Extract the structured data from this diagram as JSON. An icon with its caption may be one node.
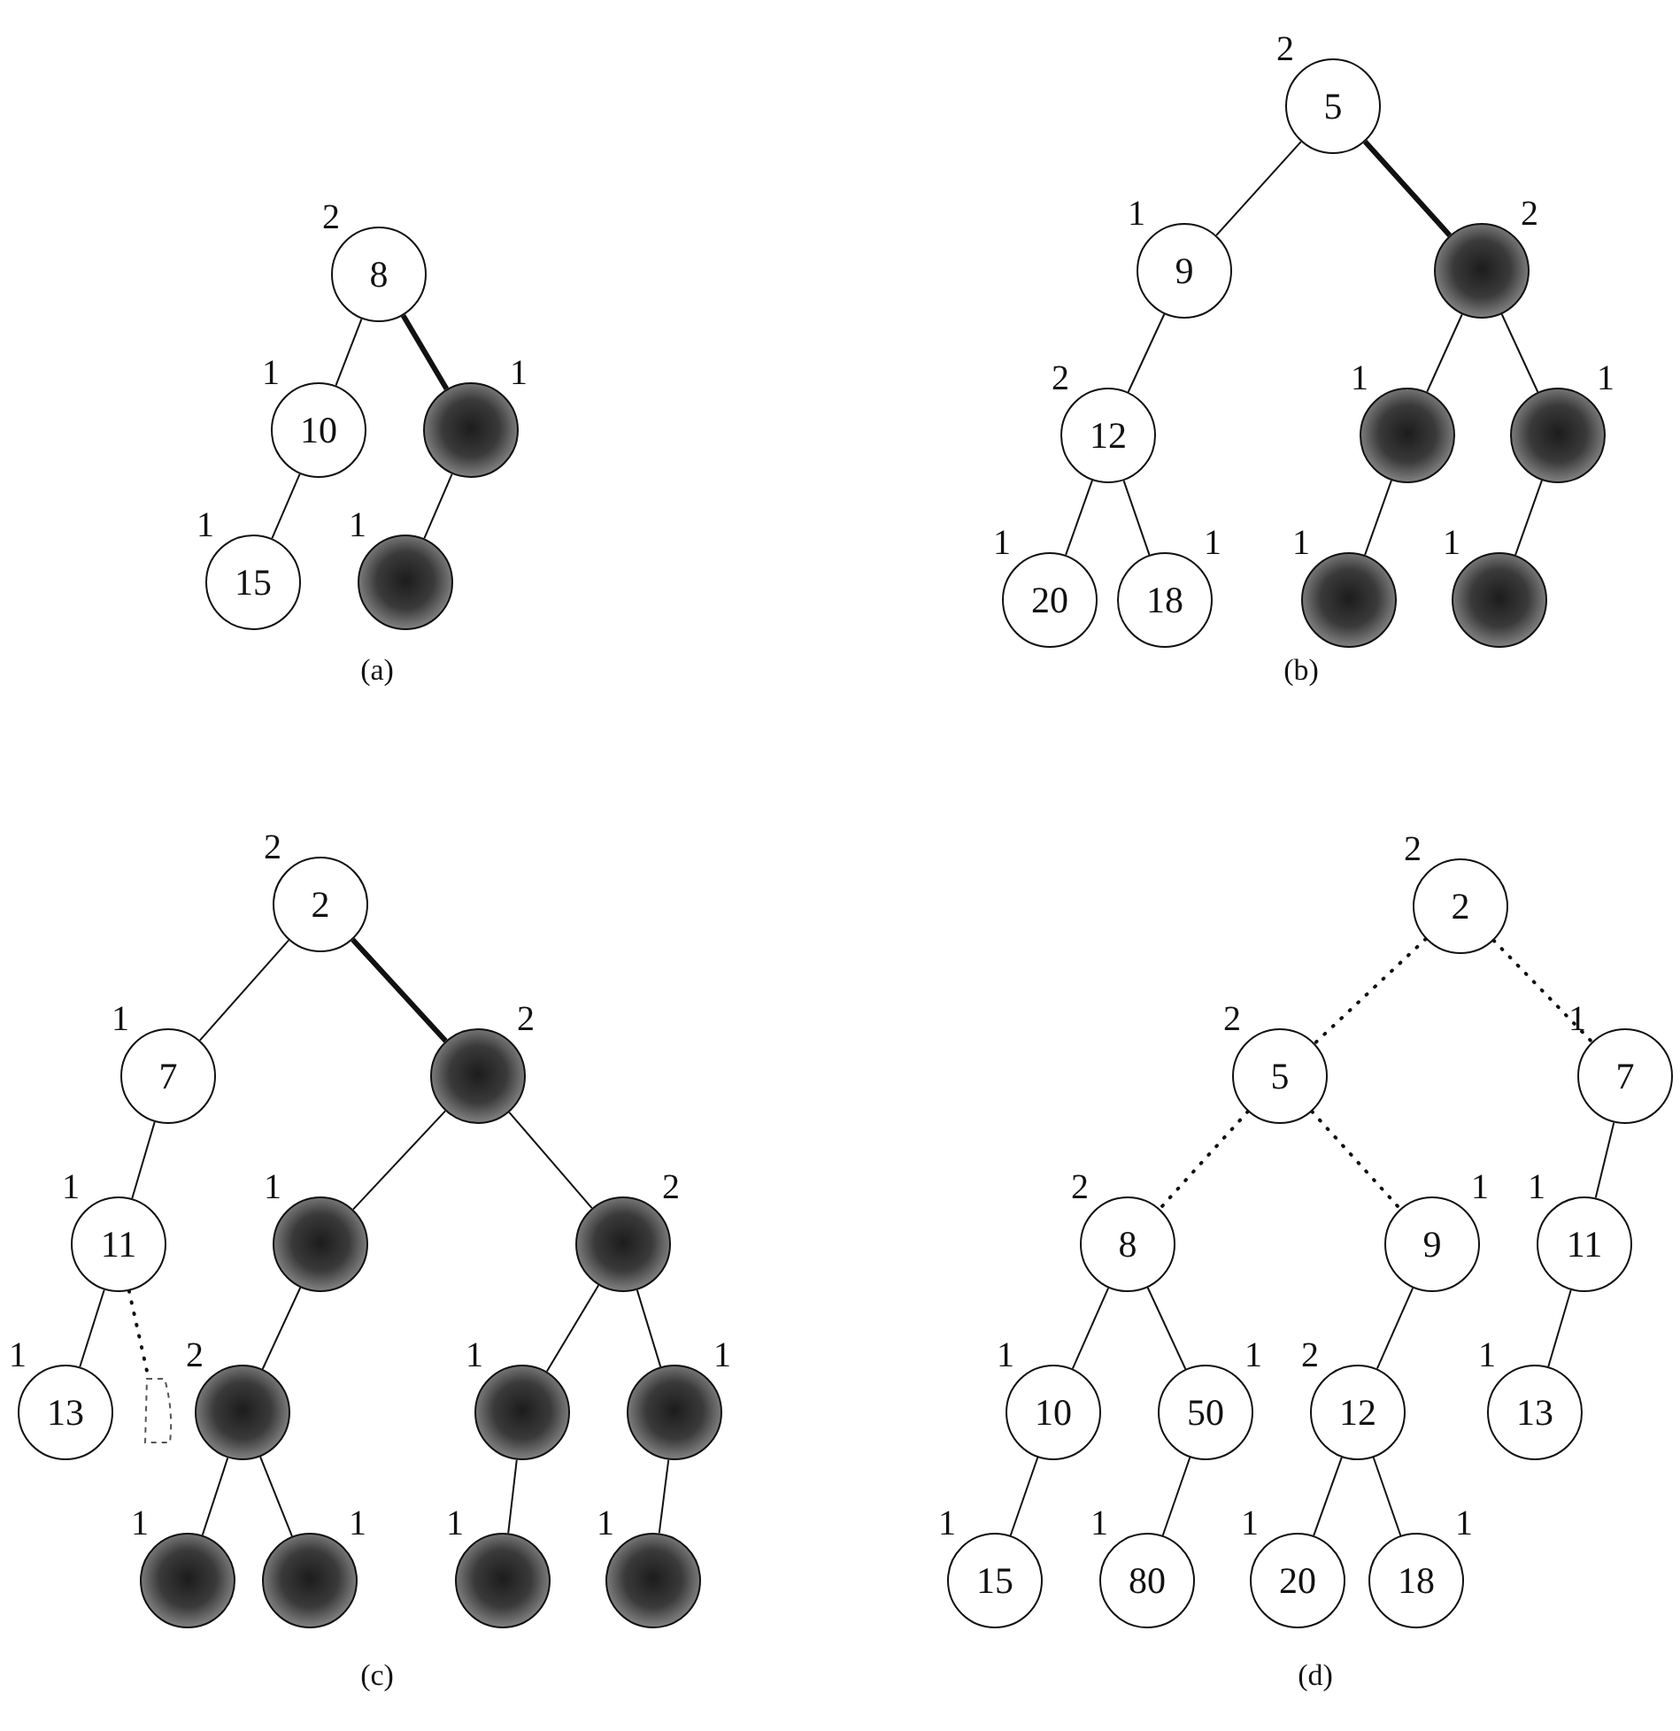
{
  "diagram": {
    "nodes": [
      {
        "text": [
          "8"
        ],
        "beside": [
          "2"
        ]
      },
      {
        "text": [
          "10"
        ],
        "beside": [
          "1"
        ]
      },
      {
        "text": [],
        "shape": "circle",
        "beside": [
          "1"
        ]
      },
      {
        "text": [
          "15"
        ],
        "beside": [
          "1"
        ]
      },
      {
        "text": [],
        "shape": "circle",
        "beside": [
          "1"
        ]
      },
      {
        "text": [
          "5"
        ],
        "beside": [
          "2"
        ]
      },
      {
        "text": [
          "9"
        ],
        "beside": [
          "1"
        ]
      },
      {
        "text": [],
        "shape": "circle",
        "beside": [
          "2"
        ]
      },
      {
        "text": [
          "12"
        ],
        "beside": [
          "2"
        ]
      },
      {
        "text": [],
        "shape": "circle",
        "beside": [
          "1"
        ]
      },
      {
        "text": [],
        "shape": "circle",
        "beside": [
          "1"
        ]
      },
      {
        "text": [
          "20"
        ],
        "beside": [
          "1"
        ]
      },
      {
        "text": [
          "18"
        ],
        "beside": [
          "1"
        ]
      },
      {
        "text": [],
        "shape": "circle",
        "beside": [
          "1"
        ]
      },
      {
        "text": [],
        "shape": "circle",
        "beside": [
          "1"
        ]
      },
      {
        "text": [
          "2"
        ],
        "beside": [
          "2"
        ]
      },
      {
        "text": [
          "7"
        ],
        "beside": [
          "1"
        ]
      },
      {
        "text": [],
        "shape": "circle",
        "beside": [
          "2"
        ]
      },
      {
        "text": [
          "11"
        ],
        "beside": [
          "1"
        ]
      },
      {
        "text": [],
        "shape": "circle",
        "beside": [
          "1"
        ]
      },
      {
        "text": [],
        "shape": "circle",
        "beside": [
          "2"
        ]
      },
      {
        "text": [
          "13"
        ],
        "beside": [
          "1"
        ]
      },
      {
        "text": [],
        "shape": "box"
      },
      {
        "text": [],
        "shape": "circle",
        "beside": [
          "2"
        ]
      },
      {
        "text": [],
        "shape": "circle",
        "beside": [
          "1"
        ]
      },
      {
        "text": [],
        "shape": "circle",
        "beside": [
          "1"
        ]
      },
      {
        "text": [],
        "shape": "circle",
        "beside": [
          "1"
        ]
      },
      {
        "text": [],
        "shape": "circle",
        "beside": [
          "1"
        ]
      },
      {
        "text": [],
        "shape": "circle",
        "beside": [
          "1"
        ]
      },
      {
        "text": [],
        "shape": "circle",
        "beside": [
          "1"
        ]
      },
      {
        "text": [
          "2"
        ],
        "beside": [
          "2"
        ]
      },
      {
        "text": [
          "5"
        ],
        "beside": [
          "2"
        ]
      },
      {
        "text": [
          "7"
        ],
        "beside": [
          "1"
        ]
      },
      {
        "text": [
          "8"
        ],
        "beside": [
          "2"
        ]
      },
      {
        "text": [
          "9"
        ],
        "beside": [
          "1"
        ]
      },
      {
        "text": [
          "11"
        ],
        "beside": [
          "1"
        ]
      },
      {
        "text": [
          "10"
        ],
        "beside": [
          "1"
        ]
      },
      {
        "text": [
          "50"
        ],
        "beside": [
          "1"
        ]
      },
      {
        "text": [
          "12"
        ],
        "beside": [
          "2"
        ]
      },
      {
        "text": [
          "13"
        ],
        "beside": [
          "1"
        ]
      },
      {
        "text": [
          "15"
        ],
        "beside": [
          "1"
        ]
      },
      {
        "text": [
          "80"
        ],
        "beside": [
          "1"
        ]
      },
      {
        "text": [
          "20"
        ],
        "beside": [
          "1"
        ]
      },
      {
        "text": [
          "18"
        ],
        "beside": [
          "1"
        ]
      }
    ],
    "edges": [
      {
        "from": 0,
        "to": 1,
        "arrow": "none"
      },
      {
        "from": 0,
        "to": 2,
        "arrow": "none",
        "style": "thick"
      },
      {
        "from": 1,
        "to": 3,
        "arrow": "none"
      },
      {
        "from": 2,
        "to": 4,
        "arrow": "none"
      },
      {
        "from": 5,
        "to": 6,
        "arrow": "none"
      },
      {
        "from": 5,
        "to": 7,
        "arrow": "none",
        "style": "thick"
      },
      {
        "from": 6,
        "to": 8,
        "arrow": "none"
      },
      {
        "from": 7,
        "to": 9,
        "arrow": "none"
      },
      {
        "from": 7,
        "to": 10,
        "arrow": "none"
      },
      {
        "from": 8,
        "to": 11,
        "arrow": "none"
      },
      {
        "from": 8,
        "to": 12,
        "arrow": "none"
      },
      {
        "from": 9,
        "to": 13,
        "arrow": "none"
      },
      {
        "from": 10,
        "to": 14,
        "arrow": "none"
      },
      {
        "from": 15,
        "to": 16,
        "arrow": "none"
      },
      {
        "from": 15,
        "to": 17,
        "arrow": "none",
        "style": "thick"
      },
      {
        "from": 16,
        "to": 18,
        "arrow": "none"
      },
      {
        "from": 17,
        "to": 19,
        "arrow": "none"
      },
      {
        "from": 17,
        "to": 20,
        "arrow": "none"
      },
      {
        "from": 18,
        "to": 21,
        "arrow": "none"
      },
      {
        "from": 18,
        "to": 22,
        "arrow": "none",
        "style": "dashed"
      },
      {
        "from": 19,
        "to": 23,
        "arrow": "none"
      },
      {
        "from": 20,
        "to": 24,
        "arrow": "none"
      },
      {
        "from": 20,
        "to": 25,
        "arrow": "none"
      },
      {
        "from": 23,
        "to": 26,
        "arrow": "none"
      },
      {
        "from": 23,
        "to": 27,
        "arrow": "none"
      },
      {
        "from": 24,
        "to": 28,
        "arrow": "none"
      },
      {
        "from": 25,
        "to": 29,
        "arrow": "none"
      },
      {
        "from": 30,
        "to": 31,
        "arrow": "none",
        "style": "dashed"
      },
      {
        "from": 30,
        "to": 32,
        "arrow": "none",
        "style": "dashed"
      },
      {
        "from": 31,
        "to": 33,
        "arrow": "none",
        "style": "dashed"
      },
      {
        "from": 31,
        "to": 34,
        "arrow": "none",
        "style": "dashed"
      },
      {
        "from": 32,
        "to": 35,
        "arrow": "none"
      },
      {
        "from": 33,
        "to": 36,
        "arrow": "none"
      },
      {
        "from": 33,
        "to": 37,
        "arrow": "none"
      },
      {
        "from": 34,
        "to": 38,
        "arrow": "none"
      },
      {
        "from": 35,
        "to": 39,
        "arrow": "none"
      },
      {
        "from": 36,
        "to": 40,
        "arrow": "none"
      },
      {
        "from": 37,
        "to": 41,
        "arrow": "none"
      },
      {
        "from": 38,
        "to": 42,
        "arrow": "none"
      },
      {
        "from": 38,
        "to": 43,
        "arrow": "none"
      }
    ],
    "labels": [
      "(a)",
      "(b)",
      "(c)",
      "(d)"
    ]
  }
}
